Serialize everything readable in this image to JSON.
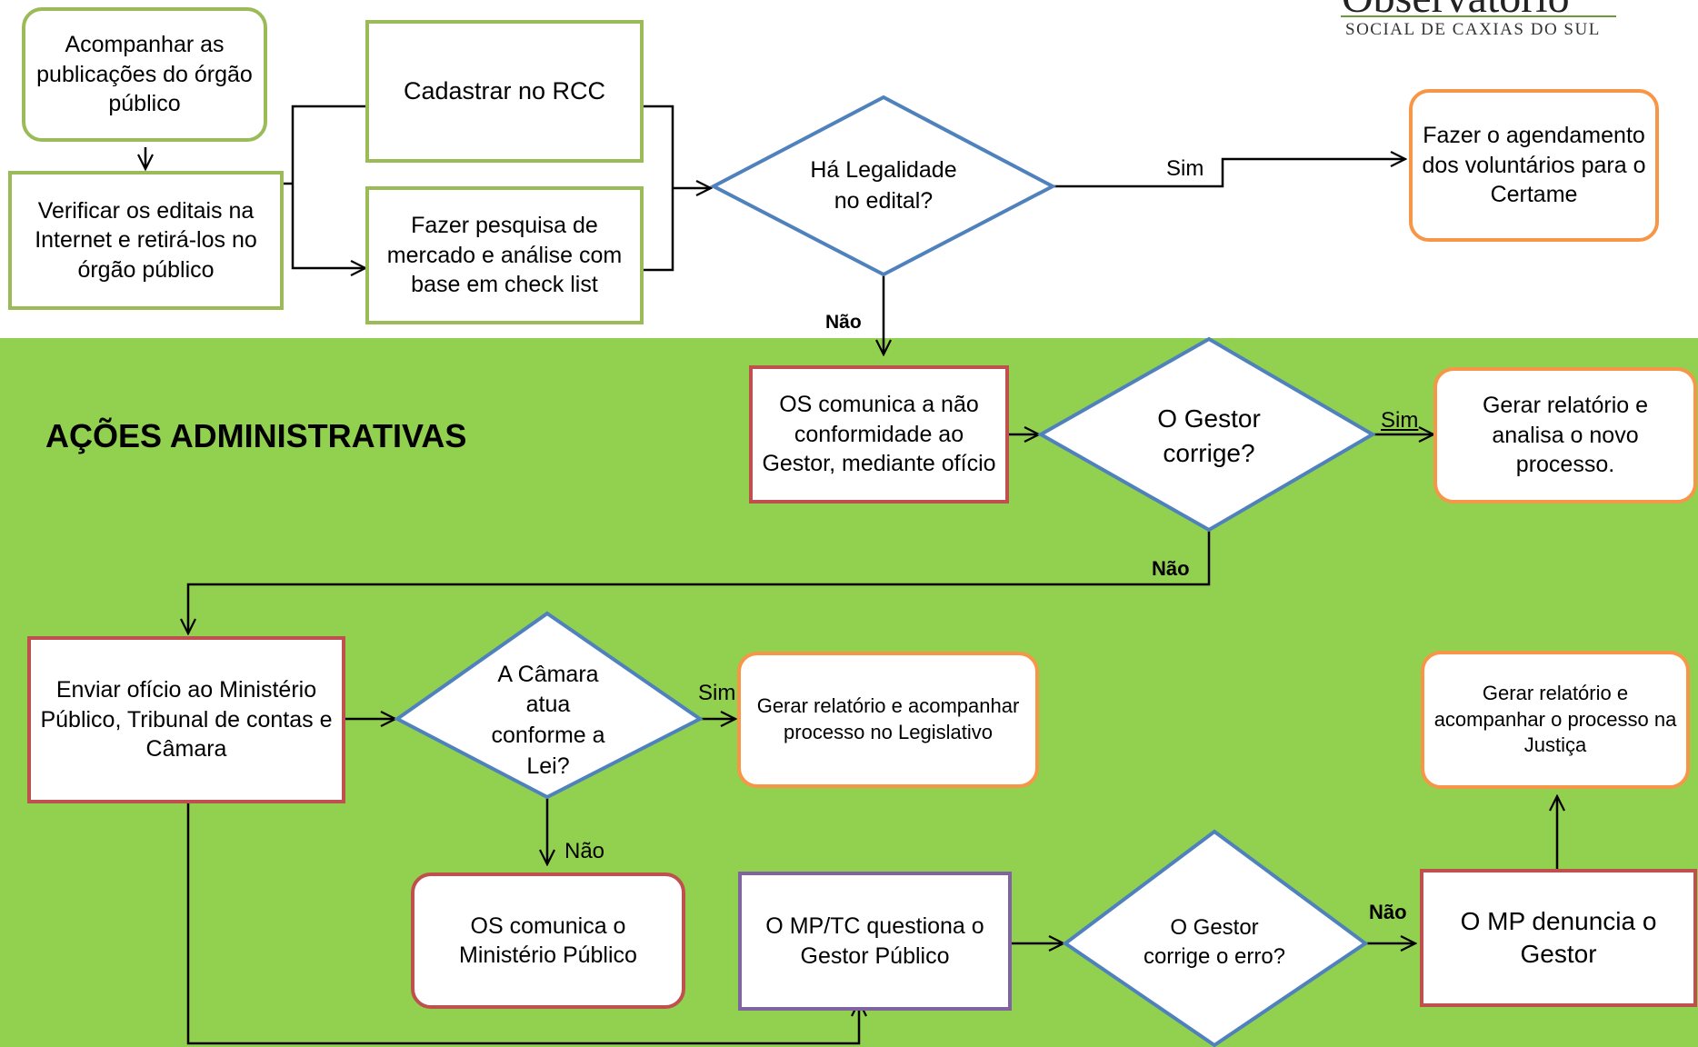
{
  "logo": {
    "line1": "Observatório",
    "line2": "SOCIAL DE CAXIAS DO SUL"
  },
  "section_title": "AÇÕES ADMINISTRATIVAS",
  "colors": {
    "band": "#92d050",
    "green_border": "#9bbb59",
    "red_border": "#c0504d",
    "orange_border": "#f79646",
    "purple_border": "#8064a2",
    "diamond_border": "#4f81bd"
  },
  "nodes": {
    "acompanhar": "Acompanhar as publicações do órgão público",
    "verificar": "Verificar os editais na Internet e retirá-los no órgão público",
    "cadastrar": "Cadastrar no RCC",
    "pesquisa": "Fazer pesquisa de mercado  e análise com base em check list",
    "legalidade": "Há Legalidade no edital?",
    "agendamento": "Fazer o agendamento dos voluntários para o Certame",
    "comunica_gestor": "OS comunica a não conformidade ao Gestor, mediante ofício",
    "gestor_corrige": "O Gestor corrige?",
    "relatorio_novo": "Gerar relatório e analisa o novo processo.",
    "oficio_mp": "Enviar ofício ao Ministério Público, Tribunal de contas e Câmara",
    "camara": "A Câmara atua conforme a Lei?",
    "relatorio_legislativo": "Gerar relatório e acompanhar processo no Legislativo",
    "comunica_mp": "OS comunica o Ministério Público",
    "mp_questiona": "O MP/TC questiona o Gestor Público",
    "gestor_erro": "O  Gestor corrige o erro?",
    "mp_denuncia": "O MP denuncia o Gestor",
    "relatorio_justica": "Gerar relatório  e acompanhar o processo na Justiça"
  },
  "edge_labels": {
    "sim_legalidade": "Sim",
    "nao_legalidade": "Não",
    "sim_gestor": "Sim",
    "nao_gestor": "Não",
    "sim_camara": "Sim",
    "nao_camara": "Não",
    "nao_erro": "Não"
  }
}
